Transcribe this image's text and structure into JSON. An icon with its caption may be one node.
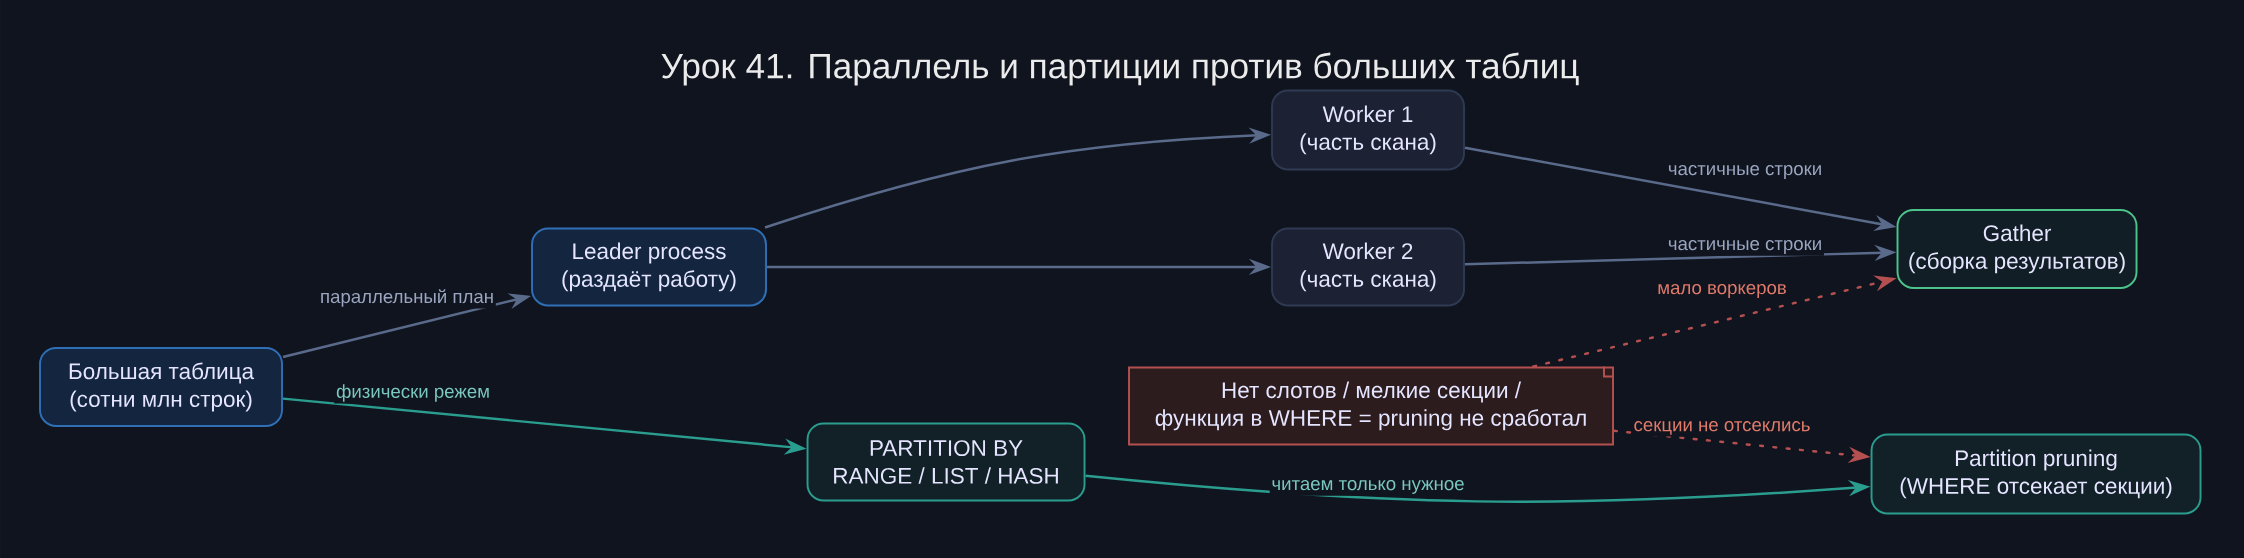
{
  "diagram": {
    "title": "Урок 41. Параллель и партиции против больших таблиц",
    "nodes": [
      {
        "text": [
          "Большая таблица",
          "(сотни млн строк)"
        ]
      },
      {
        "text": [
          "Leader process",
          "(раздаёт работу)"
        ]
      },
      {
        "text": [
          "Worker 1",
          "(часть скана)"
        ]
      },
      {
        "text": [
          "Worker 2",
          "(часть скана)"
        ]
      },
      {
        "text": [
          "Gather",
          "(сборка результатов)"
        ]
      },
      {
        "text": [
          "PARTITION BY",
          "RANGE / LIST / HASH"
        ]
      },
      {
        "text": [
          "Нет слотов / мелкие секции /",
          "функция в WHERE = pruning не сработал"
        ]
      },
      {
        "text": [
          "Partition pruning",
          "(WHERE отсекает секции)"
        ]
      }
    ],
    "edges": [
      {
        "from": 0,
        "to": 1,
        "arrow": "to",
        "label": "параллельный план"
      },
      {
        "from": 0,
        "to": 5,
        "arrow": "to",
        "label": "физически режем",
        "color": "#2a9d8f"
      },
      {
        "from": 1,
        "to": 2,
        "arrow": "to"
      },
      {
        "from": 1,
        "to": 3,
        "arrow": "to"
      },
      {
        "from": 2,
        "to": 4,
        "arrow": "to",
        "label": "частичные строки"
      },
      {
        "from": 3,
        "to": 4,
        "arrow": "to",
        "label": "частичные строки"
      },
      {
        "from": 5,
        "to": 7,
        "arrow": "to",
        "label": "читаем только нужное",
        "color": "#2a9d8f"
      },
      {
        "from": 6,
        "to": 4,
        "arrow": "to",
        "label": "мало воркеров",
        "style": "dashed",
        "color": "#b55050"
      },
      {
        "from": 6,
        "to": 7,
        "arrow": "to",
        "label": "секции не отсеклись",
        "style": "dashed",
        "color": "#b55050"
      }
    ]
  }
}
